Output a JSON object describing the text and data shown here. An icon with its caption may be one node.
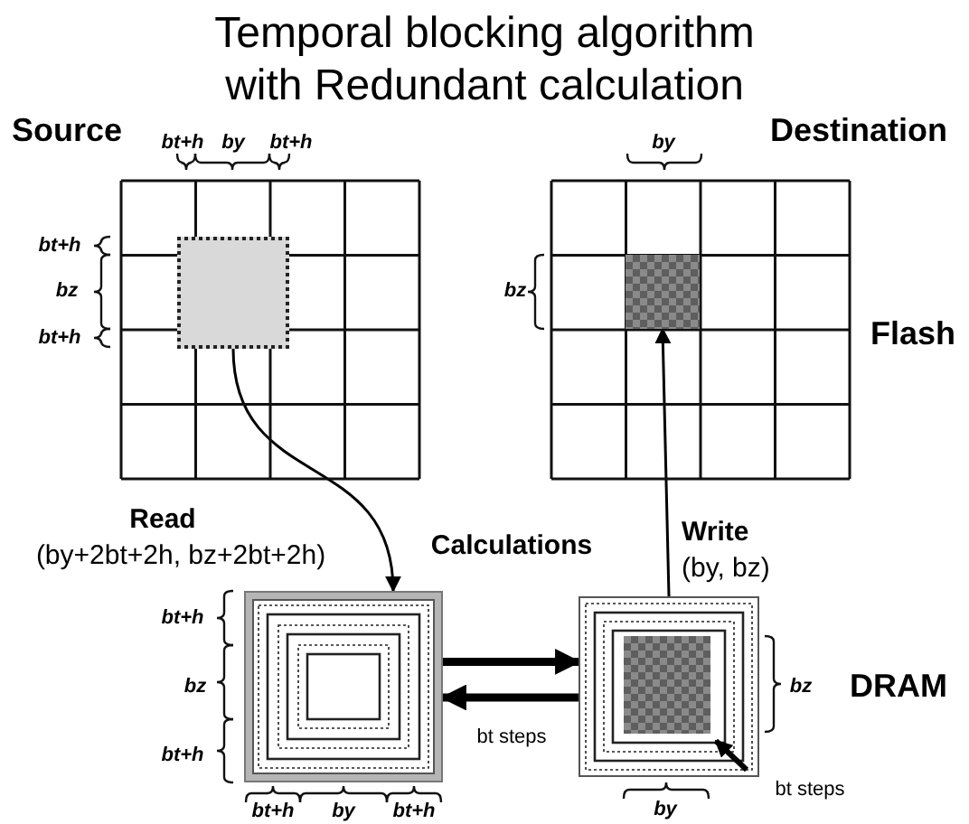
{
  "diagram": {
    "title": "Temporal blocking algorithm with Redundant calculation",
    "nodes": [
      {
        "text": [
          "Source"
        ]
      },
      {
        "text": [],
        "shape": "box",
        "in": 0
      },
      {
        "text": [
          "Destination"
        ]
      },
      {
        "text": [],
        "shape": "box",
        "in": 2
      },
      {
        "text": [
          "Read",
          "(by+2bt+2h, bz+2bt+2h)"
        ]
      },
      {
        "text": [
          "Write",
          "(by, bz)"
        ]
      }
    ],
    "edges": [
      {
        "from": 1,
        "to": 4,
        "arrow": "to"
      },
      {
        "from": 5,
        "to": 3,
        "arrow": "to"
      },
      {
        "from": 4,
        "to": 5,
        "arrow": "to",
        "label": "Calculations",
        "style": "thick"
      },
      {
        "from": 5,
        "to": 4,
        "arrow": "to",
        "label": "bt steps",
        "style": "thick"
      }
    ],
    "labels": [
      "bt+h",
      "by",
      "bt+h",
      "by",
      "bt+h",
      "bz",
      "bt+h",
      "bz",
      "Flash",
      "bt+h",
      "bz",
      "bt+h",
      "bz",
      "DRAM",
      "by",
      "bt steps",
      "bt+h",
      "by",
      "bt+h"
    ]
  }
}
